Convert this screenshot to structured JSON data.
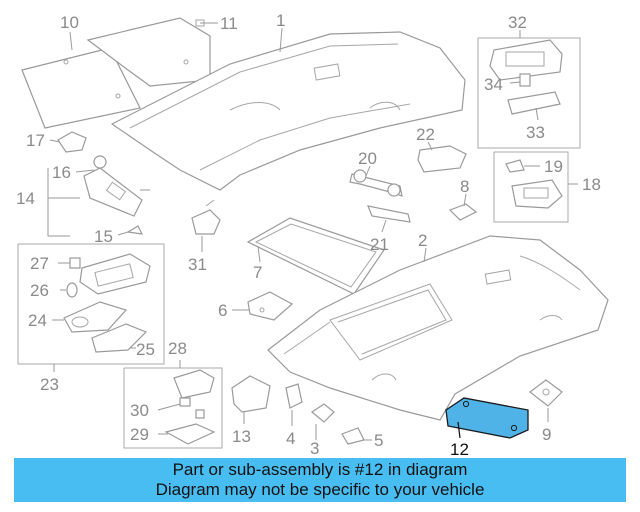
{
  "diagram": {
    "callouts": [
      "1",
      "2",
      "3",
      "4",
      "5",
      "6",
      "7",
      "8",
      "9",
      "10",
      "11",
      "12",
      "13",
      "14",
      "15",
      "16",
      "17",
      "18",
      "19",
      "20",
      "21",
      "22",
      "23",
      "24",
      "25",
      "26",
      "27",
      "28",
      "29",
      "30",
      "31",
      "32",
      "33",
      "34"
    ],
    "highlighted_callout": "12",
    "highlight_color": "#4fb3e8"
  },
  "banner": {
    "line1": "Part or sub-assembly is #12 in diagram",
    "line2": "Diagram may not be specific to your vehicle",
    "color": "#48bdf2"
  }
}
